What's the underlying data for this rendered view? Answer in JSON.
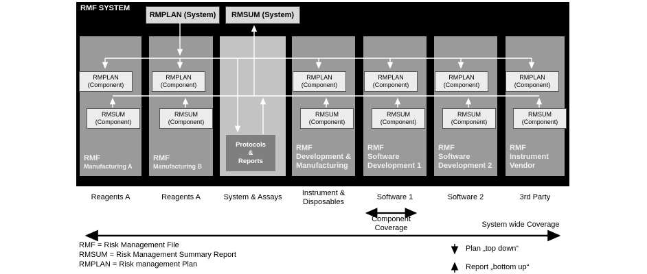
{
  "header": {
    "title": "RMF SYSTEM"
  },
  "system": {
    "rmplan": "RMPLAN (System)",
    "rmsum": "RMSUM (System)"
  },
  "boxes": {
    "rmplan": "RMPLAN\n(Component)",
    "rmsum": "RMSUM\n(Component)"
  },
  "columns": [
    {
      "footer_title": "RMF",
      "footer_name": "Manufacturing A",
      "label": "Reagents A"
    },
    {
      "footer_title": "RMF",
      "footer_name": "Manufacturing B",
      "label": "Reagents A"
    },
    {
      "center_box": "Protocols\n&\nReports",
      "label": "System & Assays"
    },
    {
      "footer_title": "RMF",
      "footer_name": "Development &\nManufacturing",
      "label": "Instrument &\nDisposables"
    },
    {
      "footer_title": "RMF",
      "footer_name": "Software\nDevelopment 1",
      "label": "Software 1"
    },
    {
      "footer_title": "RMF",
      "footer_name": "Software\nDevelopment 2",
      "label": "Software 2"
    },
    {
      "footer_title": "RMF",
      "footer_name": "Instrument\nVendor",
      "label": "3rd Party"
    }
  ],
  "coverage": {
    "component": "Component\nCoverage",
    "system": "System wide Coverage"
  },
  "legend": {
    "abbreviations": [
      "RMF = Risk Management File",
      "RMSUM = Risk Management Summary Report",
      "RMPLAN = Risk management Plan"
    ],
    "plan": "Plan „top down“",
    "report": "Report „bottom up“"
  },
  "colors": {
    "container": "#000000",
    "column": "#9a9a9a",
    "column_light": "#c3c3c3",
    "component_box": "#ececec",
    "system_box": "#d9d9d9",
    "protocols_box": "#7f7f7f",
    "diagram_arrow": "#ffffff",
    "annotation_arrow": "#000000"
  }
}
